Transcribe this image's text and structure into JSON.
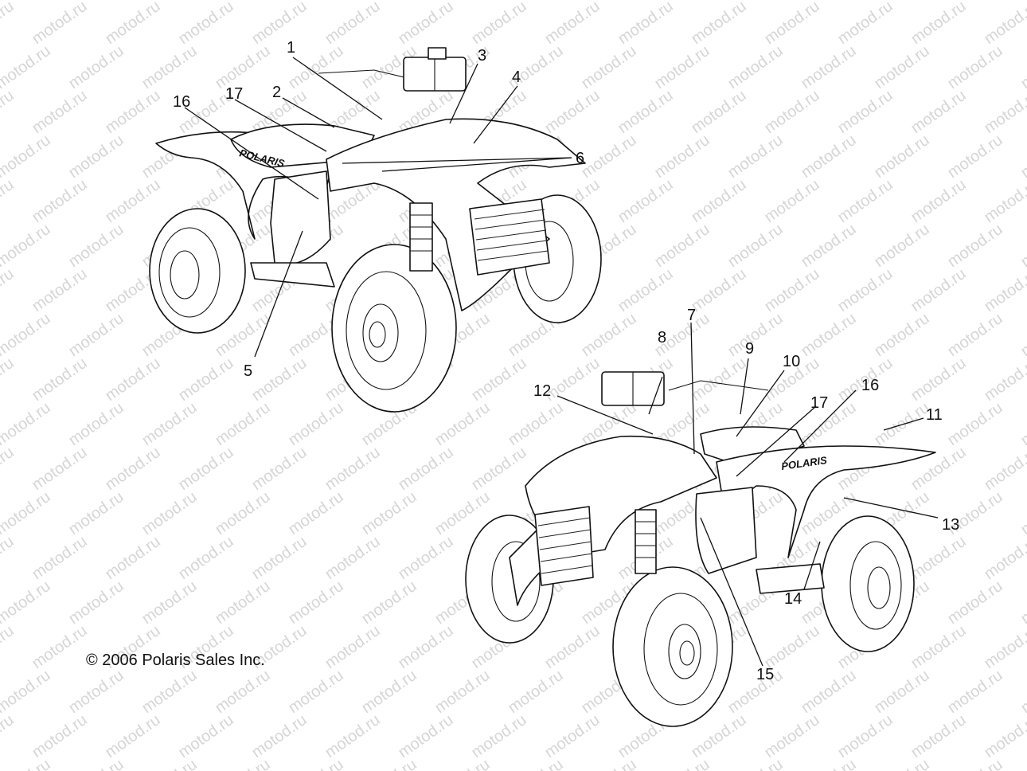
{
  "watermark_text": "motod.ru",
  "copyright": "© 2006 Polaris Sales Inc.",
  "brand_decal": "POLARIS",
  "callouts": [
    "1",
    "2",
    "3",
    "4",
    "5",
    "6",
    "16",
    "17",
    "7",
    "8",
    "9",
    "10",
    "11",
    "12",
    "13",
    "14",
    "15",
    "16",
    "17"
  ]
}
